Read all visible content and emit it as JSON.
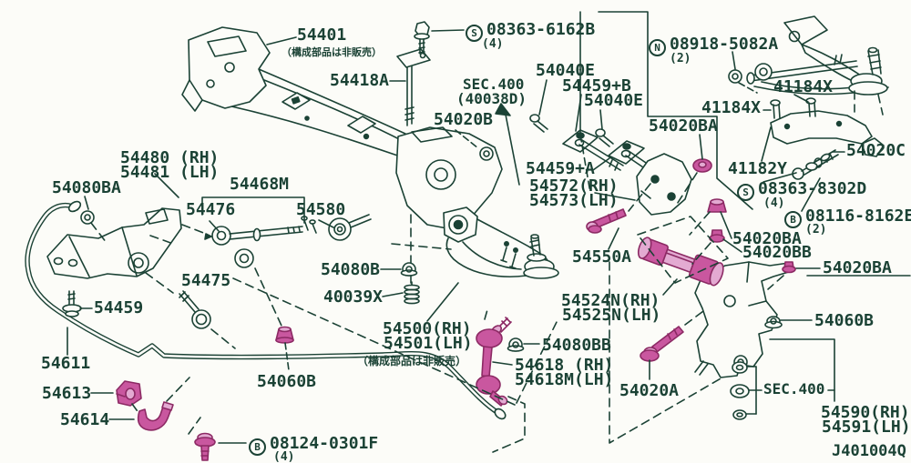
{
  "diagram": {
    "drawing_code": "J401004Q",
    "colors": {
      "ink": "#1b4235",
      "highlight_pink": "#c9579f",
      "highlight_pink_light": "#e3aad2",
      "background": "#fcfcf8"
    },
    "labels": {
      "l54401": "54401",
      "note_54401": "（構成部品は非販売）",
      "l54418a": "54418A",
      "s6162b": {
        "prefix": "S",
        "text": "08363-6162B",
        "qty": "(4)"
      },
      "sec400_top1": "SEC.400",
      "sec400_top2": "(40038D)",
      "l54020b": "54020B",
      "l54040e_1": "54040E",
      "l54459b": "54459+B",
      "l54040e_2": "54040E",
      "n5082a": {
        "prefix": "N",
        "text": "08918-5082A",
        "qty": "(2)"
      },
      "l41184x_u": "41184X",
      "l41184x_l": "41184X",
      "l54020ba_t": "54020BA",
      "l41182y": "41182Y",
      "s8302d": {
        "prefix": "S",
        "text": "08363-8302D",
        "qty": "(4)"
      },
      "b8162e": {
        "prefix": "B",
        "text": "08116-8162E",
        "qty": "(2)"
      },
      "l54020c": "54020C",
      "l54020ba_m": "54020BA",
      "l54020bb": "54020BB",
      "l54020ba_r": "54020BA",
      "l54459a": "54459+A",
      "l54572": "54572(RH)",
      "l54573": "54573(LH)",
      "l54550a": "54550A",
      "l54524n": "54524N(RH)",
      "l54525n": "54525N(LH)",
      "l54080bb": "54080BB",
      "l54618": "54618 (RH)",
      "l54618m": "54618M(LH)",
      "l54500": "54500(RH)",
      "l54501": "54501(LH)",
      "note_54500": "（構成部品は非販売）",
      "l54080b": "54080B",
      "l40039x": "40039X",
      "l54580": "54580",
      "l54468m": "54468M",
      "l54476": "54476",
      "l54475": "54475",
      "l54480": "54480 (RH)",
      "l54481": "54481 (LH)",
      "l54080ba": "54080BA",
      "l54459": "54459",
      "l54611": "54611",
      "l54613": "54613",
      "l54614": "54614",
      "b0301f": {
        "prefix": "B",
        "text": "08124-0301F",
        "qty": "(4)"
      },
      "l54060b_b": "54060B",
      "l54020a": "54020A",
      "l54060b_r": "54060B",
      "sec400_r": "SEC.400",
      "l54590": "54590(RH)",
      "l54591": "54591(LH)",
      "code": "J401004Q"
    }
  }
}
